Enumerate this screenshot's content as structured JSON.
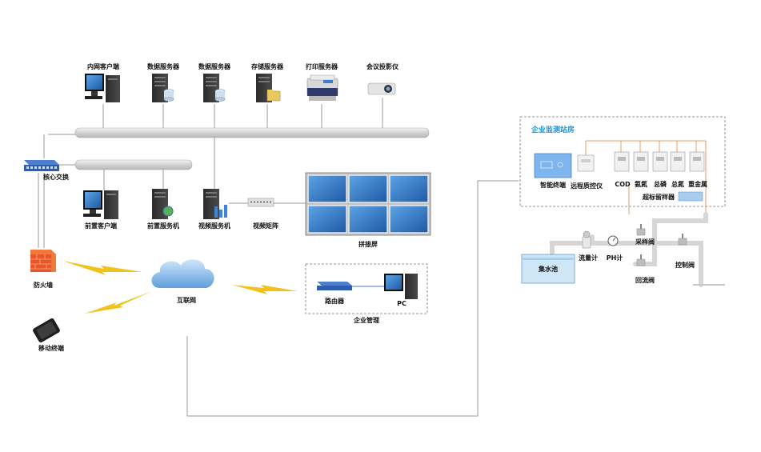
{
  "network": {
    "top_devices": [
      "内网客户端",
      "数据服务器",
      "数据服务器",
      "存储服务器",
      "打印服务器",
      "会议投影仪"
    ],
    "core_switch": "核心交换",
    "front_client": "前置客户端",
    "front_server": "前置服务机",
    "video_server": "视频服务机",
    "video_matrix": "视频矩阵",
    "splice_screen": "拼接屏",
    "firewall": "防火墙",
    "internet": "互联网",
    "mobile": "移动终端",
    "enterprise_mgmt": "企业管理",
    "router": "路由器",
    "pc": "PC"
  },
  "station": {
    "title": "企业监测站房",
    "smart_terminal": "智能终端",
    "qc_meter": "远程质控仪",
    "analyzers": [
      "COD",
      "氨氮",
      "总磷",
      "总氮",
      "重金属"
    ],
    "sampler": "超标留样器"
  },
  "pipeline": {
    "sump": "集水池",
    "flow_meter": "流量计",
    "ph_meter": "PH计",
    "sampling_valve": "采样阀",
    "return_valve": "回流阀",
    "control_valve": "控制阀"
  },
  "colors": {
    "bus_line": "#c9c9c9",
    "screen_blue": "#2f6fb5",
    "lightning": "#f2c21c",
    "cloud": "#7fb6e8",
    "firewall": "#e8562a",
    "station_accent": "#1e90d6",
    "pipe": "#d6d6d6",
    "water": "#cfe6f7"
  }
}
